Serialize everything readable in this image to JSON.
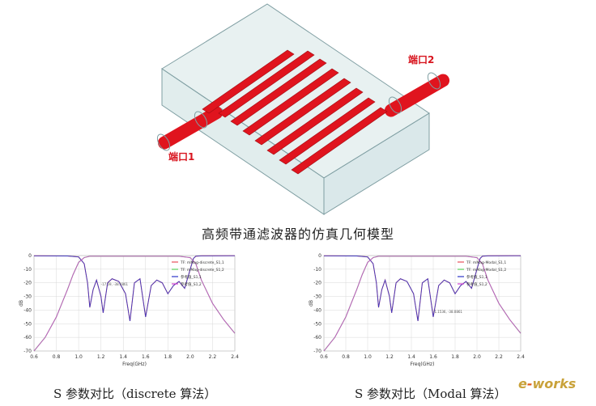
{
  "model": {
    "port1_label": "端口1",
    "port2_label": "端口2",
    "caption": "高频带通滤波器的仿真几何模型"
  },
  "colors": {
    "conductor": "#e0141e",
    "substrate": "#bcd6d8",
    "substrate_edge": "#7f9ea2",
    "port_label": "#d8141e"
  },
  "charts": {
    "left": {
      "caption": "S 参数对比（discrete 算法）",
      "annotation": "-17.59, -38.0861",
      "legend": [
        "TF: mMag-discrete_S1,1",
        "TF: mMag-discrete_S1,2",
        "参考值_S1,1",
        "参考值_S1,2"
      ]
    },
    "right": {
      "caption": "S 参数对比（Modal 算法）",
      "annotation": "-1.1536, -38.0861",
      "legend": [
        "TF: mMag-Modal_S1,1",
        "TF: mMag-Modal_S1,2",
        "参考值_S1,1",
        "参考值_S1,2"
      ]
    }
  },
  "watermark": {
    "prefix": "e",
    "dot": "-",
    "suffix": "works"
  },
  "chart_data": [
    {
      "type": "line",
      "xlabel": "Freq(GHz)",
      "ylabel": "dB",
      "xlim": [
        0.6,
        2.4
      ],
      "ylim": [
        -70,
        0
      ],
      "xticks": [
        0.6,
        0.8,
        1.0,
        1.2,
        1.4,
        1.6,
        1.8,
        2.0,
        2.2,
        2.4
      ],
      "yticks": [
        0,
        -10,
        -20,
        -30,
        -40,
        -50,
        -60,
        -70
      ],
      "grid": true,
      "legend_position": "right",
      "series": [
        {
          "name": "TF: mMag-discrete_S1,1",
          "color": "#e8505a",
          "x": [
            0.6,
            0.9,
            1.0,
            1.05,
            1.08,
            1.1,
            1.13,
            1.16,
            1.2,
            1.22,
            1.26,
            1.3,
            1.36,
            1.42,
            1.46,
            1.5,
            1.55,
            1.6,
            1.65,
            1.7,
            1.75,
            1.8,
            1.85,
            1.9,
            1.95,
            2.0,
            2.03,
            2.05,
            2.1,
            2.4
          ],
          "y": [
            -0.2,
            -0.3,
            -1,
            -6,
            -20,
            -38,
            -25,
            -18,
            -30,
            -42,
            -20,
            -17,
            -19,
            -28,
            -48,
            -20,
            -17,
            -45,
            -22,
            -18,
            -20,
            -28,
            -22,
            -19,
            -24,
            -10,
            -2,
            -0.5,
            -0.2,
            -0.1
          ]
        },
        {
          "name": "TF: mMag-discrete_S1,2",
          "color": "#5acf5a",
          "x": [
            0.6,
            0.7,
            0.8,
            0.9,
            0.95,
            1.0,
            1.05,
            1.1,
            1.9,
            2.0,
            2.05,
            2.1,
            2.2,
            2.3,
            2.4
          ],
          "y": [
            -70,
            -60,
            -45,
            -25,
            -14,
            -5,
            -1.5,
            -0.5,
            -0.5,
            -1.5,
            -6,
            -18,
            -35,
            -47,
            -57
          ]
        },
        {
          "name": "参考值_S1,1",
          "color": "#2a34c8",
          "x": [
            0.6,
            0.9,
            1.0,
            1.05,
            1.08,
            1.1,
            1.13,
            1.16,
            1.2,
            1.22,
            1.26,
            1.3,
            1.36,
            1.42,
            1.46,
            1.5,
            1.55,
            1.6,
            1.65,
            1.7,
            1.75,
            1.8,
            1.85,
            1.9,
            1.95,
            2.0,
            2.03,
            2.05,
            2.1,
            2.4
          ],
          "y": [
            -0.2,
            -0.3,
            -1,
            -6,
            -20,
            -38,
            -25,
            -18,
            -30,
            -42,
            -20,
            -17,
            -19,
            -28,
            -48,
            -20,
            -17,
            -45,
            -22,
            -18,
            -20,
            -28,
            -22,
            -19,
            -24,
            -10,
            -2,
            -0.5,
            -0.2,
            -0.1
          ]
        },
        {
          "name": "参考值_S1,2",
          "color": "#d040d0",
          "x": [
            0.6,
            0.7,
            0.8,
            0.9,
            0.95,
            1.0,
            1.05,
            1.1,
            1.9,
            2.0,
            2.05,
            2.1,
            2.2,
            2.3,
            2.4
          ],
          "y": [
            -70,
            -60,
            -45,
            -25,
            -14,
            -5,
            -1.5,
            -0.5,
            -0.5,
            -1.5,
            -6,
            -18,
            -35,
            -47,
            -57
          ]
        }
      ]
    },
    {
      "type": "line",
      "xlabel": "Freq(GHz)",
      "ylabel": "dB",
      "xlim": [
        0.6,
        2.4
      ],
      "ylim": [
        -70,
        0
      ],
      "xticks": [
        0.6,
        0.8,
        1.0,
        1.2,
        1.4,
        1.6,
        1.8,
        2.0,
        2.2,
        2.4
      ],
      "yticks": [
        0,
        -10,
        -20,
        -30,
        -40,
        -50,
        -60,
        -70
      ],
      "grid": true,
      "legend_position": "right",
      "series": [
        {
          "name": "TF: mMag-Modal_S1,1",
          "color": "#e8505a",
          "x": [
            0.6,
            0.9,
            1.0,
            1.05,
            1.08,
            1.1,
            1.13,
            1.16,
            1.2,
            1.22,
            1.26,
            1.3,
            1.36,
            1.42,
            1.46,
            1.5,
            1.55,
            1.6,
            1.65,
            1.7,
            1.75,
            1.8,
            1.85,
            1.9,
            1.95,
            2.0,
            2.03,
            2.05,
            2.1,
            2.4
          ],
          "y": [
            -0.2,
            -0.3,
            -1,
            -6,
            -20,
            -38,
            -25,
            -18,
            -30,
            -42,
            -20,
            -17,
            -19,
            -28,
            -48,
            -20,
            -17,
            -45,
            -22,
            -18,
            -20,
            -28,
            -22,
            -19,
            -24,
            -10,
            -2,
            -0.5,
            -0.2,
            -0.1
          ]
        },
        {
          "name": "TF: mMag-Modal_S1,2",
          "color": "#5acf5a",
          "x": [
            0.6,
            0.7,
            0.8,
            0.9,
            0.95,
            1.0,
            1.05,
            1.1,
            1.9,
            2.0,
            2.05,
            2.1,
            2.2,
            2.3,
            2.4
          ],
          "y": [
            -70,
            -60,
            -45,
            -25,
            -14,
            -5,
            -1.5,
            -0.5,
            -0.5,
            -1.5,
            -6,
            -18,
            -35,
            -47,
            -57
          ]
        },
        {
          "name": "参考值_S1,1",
          "color": "#2a34c8",
          "x": [
            0.6,
            0.9,
            1.0,
            1.05,
            1.08,
            1.1,
            1.13,
            1.16,
            1.2,
            1.22,
            1.26,
            1.3,
            1.36,
            1.42,
            1.46,
            1.5,
            1.55,
            1.6,
            1.65,
            1.7,
            1.75,
            1.8,
            1.85,
            1.9,
            1.95,
            2.0,
            2.03,
            2.05,
            2.1,
            2.4
          ],
          "y": [
            -0.2,
            -0.3,
            -1,
            -6,
            -20,
            -38,
            -25,
            -18,
            -30,
            -42,
            -20,
            -17,
            -19,
            -28,
            -48,
            -20,
            -17,
            -45,
            -22,
            -18,
            -20,
            -28,
            -22,
            -19,
            -24,
            -10,
            -2,
            -0.5,
            -0.2,
            -0.1
          ]
        },
        {
          "name": "参考值_S1,2",
          "color": "#d040d0",
          "x": [
            0.6,
            0.7,
            0.8,
            0.9,
            0.95,
            1.0,
            1.05,
            1.1,
            1.9,
            2.0,
            2.05,
            2.1,
            2.2,
            2.3,
            2.4
          ],
          "y": [
            -70,
            -60,
            -45,
            -25,
            -14,
            -5,
            -1.5,
            -0.5,
            -0.5,
            -1.5,
            -6,
            -18,
            -35,
            -47,
            -57
          ]
        }
      ]
    }
  ]
}
